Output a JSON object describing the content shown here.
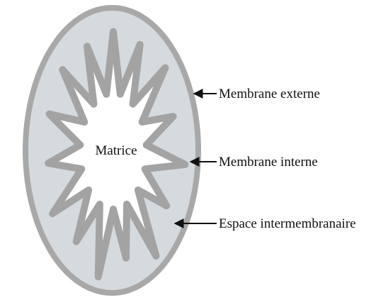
{
  "diagram": {
    "labels": {
      "center": "Matrice",
      "outer_membrane": "Membrane externe",
      "inner_membrane": "Membrane interne",
      "intermembrane_space": "Espace intermembranaire"
    },
    "colors": {
      "outer_membrane": "#a8a8a8",
      "intermembrane_space": "#d5dade",
      "inner_membrane": "#a3a3a3",
      "matrix": "#ffffff",
      "arrows": "#111111"
    }
  }
}
